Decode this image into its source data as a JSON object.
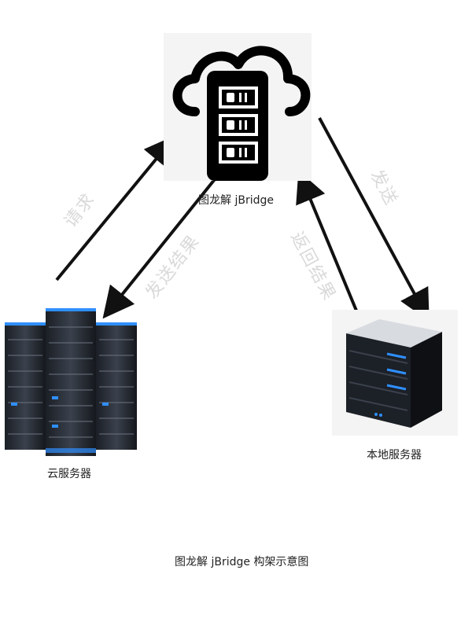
{
  "nodes": {
    "hub_label": "图龙解 jBridge",
    "cloud_label": "云服务器",
    "local_label": "本地服务器"
  },
  "edges": {
    "request": "请求",
    "send_result": "发送结果",
    "return_result": "返回结果",
    "send": "发送"
  },
  "caption": "图龙解 jBridge 构架示意图",
  "colors": {
    "arrow": "#111111",
    "edge_label": "#d9d9d9",
    "accent_blue": "#2f8fff"
  },
  "icons": [
    "cloud-server-rack-icon",
    "cloud-servers-icon",
    "local-server-icon"
  ]
}
